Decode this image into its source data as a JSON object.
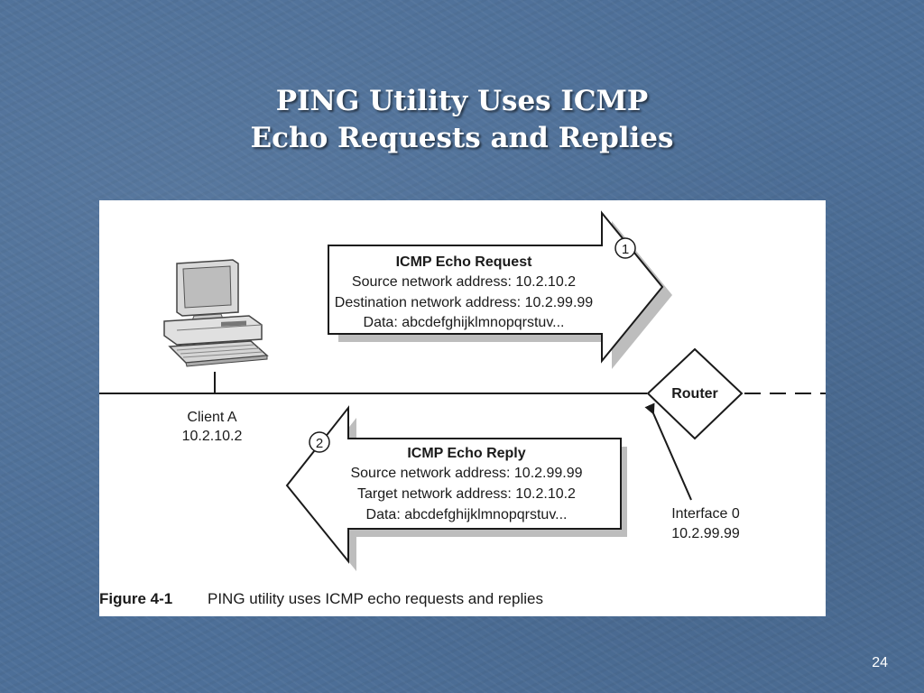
{
  "slide": {
    "title_line1": "PING Utility Uses ICMP",
    "title_line2": "Echo Requests and Replies",
    "number": "24"
  },
  "diagram": {
    "request": {
      "step": "1",
      "title": "ICMP Echo Request",
      "lines": [
        "Source network address: 10.2.10.2",
        "Destination network address: 10.2.99.99",
        "Data: abcdefghijklmnopqrstuv..."
      ]
    },
    "reply": {
      "step": "2",
      "title": "ICMP Echo Reply",
      "lines": [
        "Source network address: 10.2.99.99",
        "Target network address: 10.2.10.2",
        "Data: abcdefghijklmnopqrstuv..."
      ]
    },
    "client": {
      "name": "Client A",
      "address": "10.2.10.2"
    },
    "router": {
      "label": "Router"
    },
    "interface": {
      "name": "Interface 0",
      "address": "10.2.99.99"
    },
    "caption": {
      "label": "Figure 4-1",
      "text": "PING utility uses ICMP echo requests and replies"
    }
  }
}
